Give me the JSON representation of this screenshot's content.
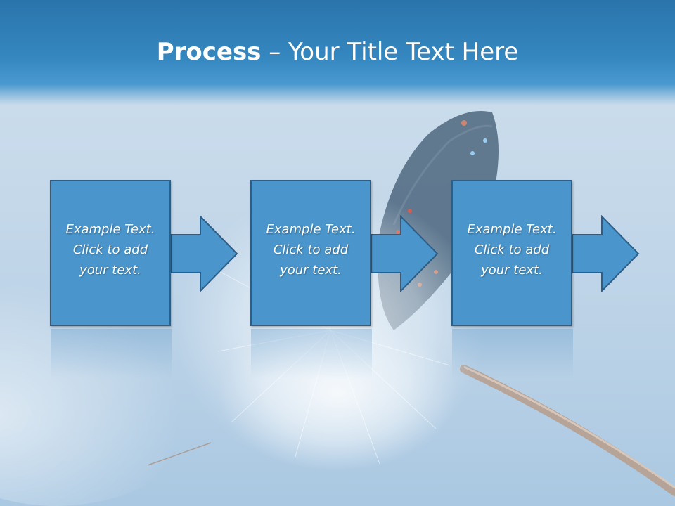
{
  "slide": {
    "title_bold": "Process",
    "title_rest": " – Your Title Text Here"
  },
  "steps": [
    {
      "text": "Example Text.\nClick  to add\nyour text."
    },
    {
      "text": "Example Text.\nClick  to add\nyour text."
    },
    {
      "text": "Example Text.\nClick  to add\nyour text."
    }
  ],
  "colors": {
    "header": "#3587c0",
    "box_fill": "#4a96cc",
    "box_border": "#2e5e86",
    "background": "#c6d9ea"
  }
}
